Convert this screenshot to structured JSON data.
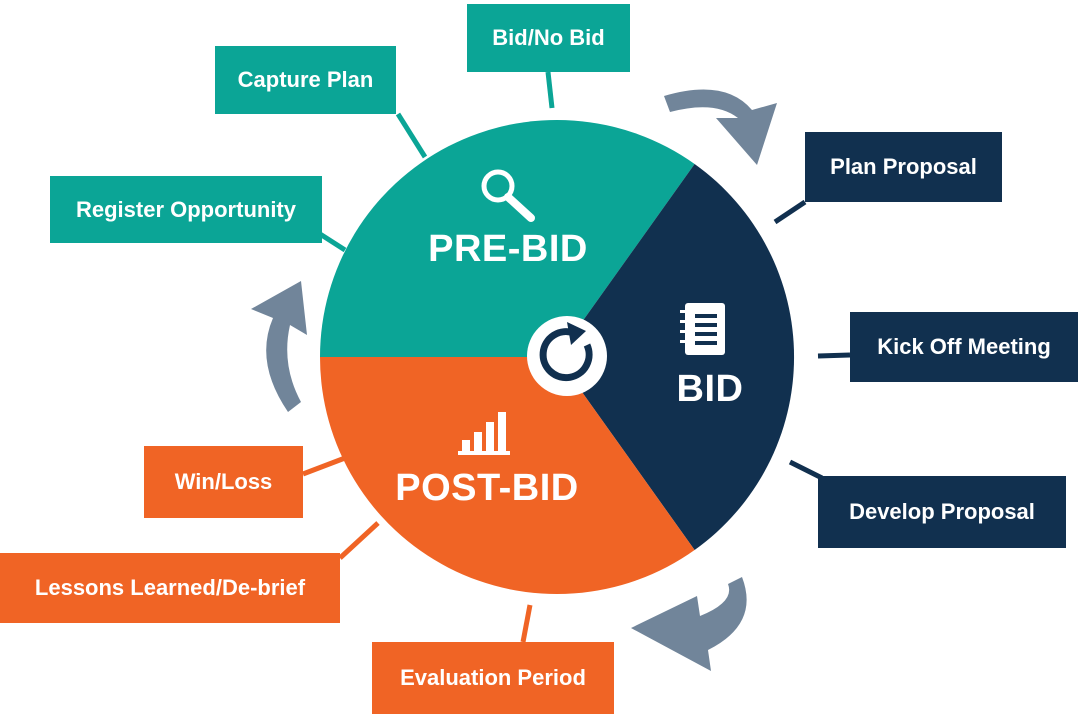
{
  "colors": {
    "teal": "#0ba596",
    "navy": "#11304f",
    "orange": "#f06425",
    "arrow_gray": "#71859a",
    "white": "#ffffff"
  },
  "segments": {
    "pre_bid": {
      "label": "PRE-BID",
      "color": "teal",
      "icon": "magnifier-icon"
    },
    "bid": {
      "label": "BID",
      "color": "navy",
      "icon": "notebook-icon"
    },
    "post_bid": {
      "label": "POST-BID",
      "color": "orange",
      "icon": "bar-chart-icon"
    }
  },
  "center_icon": "refresh-cycle-icon",
  "steps": {
    "pre_bid": [
      "Register Opportunity",
      "Capture Plan",
      "Bid/No Bid"
    ],
    "bid": [
      "Plan Proposal",
      "Kick Off Meeting",
      "Develop Proposal"
    ],
    "post_bid": [
      "Evaluation Period",
      "Lessons Learned/De-brief",
      "Win/Loss"
    ]
  },
  "cycle_arrows": [
    "curved-arrow-icon",
    "curved-arrow-icon",
    "curved-arrow-icon"
  ]
}
